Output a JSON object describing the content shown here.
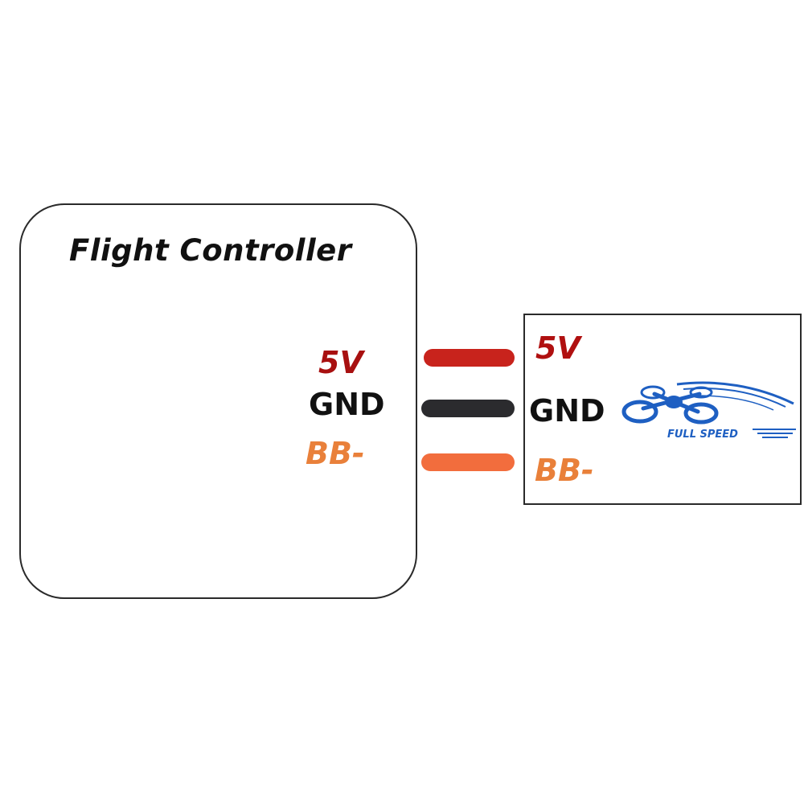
{
  "flight_controller": {
    "title": "Flight Controller",
    "pins": [
      {
        "label": "5V",
        "color": "#a81010"
      },
      {
        "label": "GND",
        "color": "#111111"
      },
      {
        "label": "BB-",
        "color": "#e9803a"
      }
    ]
  },
  "wires": [
    {
      "signal": "5V",
      "color": "#c8231c"
    },
    {
      "signal": "GND",
      "color": "#2b2b2e"
    },
    {
      "signal": "BB-",
      "color": "#f26d3d"
    }
  ],
  "device": {
    "pins": [
      {
        "label": "5V",
        "color": "#b01010"
      },
      {
        "label": "GND",
        "color": "#111111"
      },
      {
        "label": "BB-",
        "color": "#e9803a"
      }
    ],
    "logo": {
      "text": "FULL SPEED",
      "icon": "quadcopter-icon",
      "color": "#1e5fc2"
    }
  }
}
